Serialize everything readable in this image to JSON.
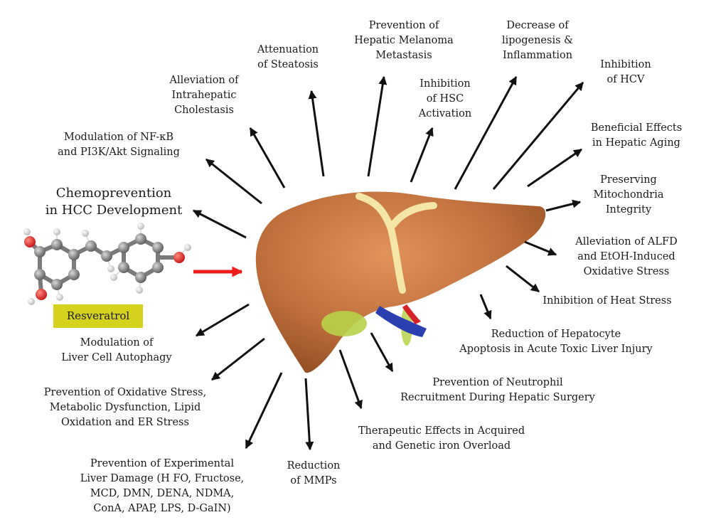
{
  "colors": {
    "liver": "#c0703c",
    "liver_shade": "#8e4a20",
    "ligament": "#f3e6a6",
    "gallbladder": "#b8d24a",
    "portal_vein": "#2b3fb0",
    "artery": "#d4242a",
    "resveratrol_arrow": "#ee1c1c",
    "label_box": "#d4d21c"
  },
  "icons": {
    "molecule": "resveratrol-ball-and-stick-model",
    "organ": "liver"
  },
  "molecule": {
    "label": "Resveratrol"
  },
  "labels": {
    "chemoprevention": [
      "Chemoprevention",
      "in HCC Development"
    ],
    "nfkb": [
      "Modulation of NF-κB",
      "and PI3K/Akt Signaling"
    ],
    "cholestasis": [
      "Alleviation of",
      "Intrahepatic",
      "Cholestasis"
    ],
    "steatosis": [
      "Attenuation",
      "of Steatosis"
    ],
    "melanoma": [
      "Prevention of",
      "Hepatic Melanoma",
      "Metastasis"
    ],
    "hsc": [
      "Inhibition",
      "of HSC",
      "Activation"
    ],
    "lipogenesis": [
      "Decrease of",
      "lipogenesis &",
      "Inflammation"
    ],
    "hcv": [
      "Inhibition",
      "of HCV"
    ],
    "aging": [
      "Beneficial Effects",
      "in Hepatic Aging"
    ],
    "mitochondria": [
      "Preserving",
      "Mitochondria",
      "Integrity"
    ],
    "alfd": [
      "Alleviation of ALFD",
      "and EtOH-Induced",
      "Oxidative Stress"
    ],
    "heat_stress": [
      "Inhibition of Heat Stress"
    ],
    "apoptosis": [
      "Reduction of Hepatocyte",
      "Apoptosis in Acute Toxic Liver Injury"
    ],
    "neutrophil": [
      "Prevention of Neutrophil",
      "Recruitment During Hepatic Surgery"
    ],
    "iron": [
      "Therapeutic Effects in Acquired",
      "and Genetic iron Overload"
    ],
    "mmps": [
      "Reduction",
      "of MMPs"
    ],
    "experimental": [
      "Prevention of Experimental",
      "Liver Damage (H FO, Fructose,",
      "MCD, DMN, DENA, NDMA,",
      "ConA, APAP, LPS, D-GaIN)"
    ],
    "oxidative": [
      "Prevention of Oxidative Stress,",
      "Metabolic Dysfunction, Lipid",
      "Oxidation and ER Stress"
    ],
    "autophagy": [
      "Modulation of",
      "Liver Cell Autophagy"
    ]
  }
}
